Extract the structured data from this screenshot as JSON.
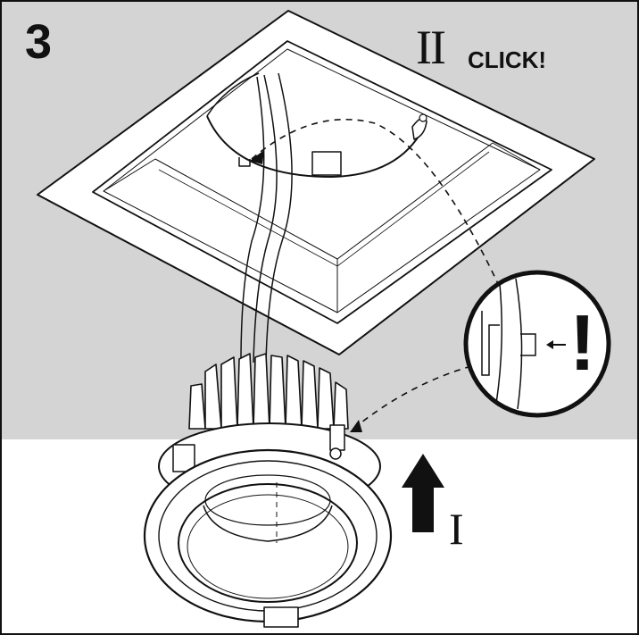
{
  "step": {
    "number": "3"
  },
  "labels": {
    "stage_two": "II",
    "click": "CLICK!",
    "stage_one": "I",
    "attention": "!"
  },
  "colors": {
    "upper_background": "#d4d4d4",
    "lower_background": "#ffffff",
    "line": "#111111"
  }
}
